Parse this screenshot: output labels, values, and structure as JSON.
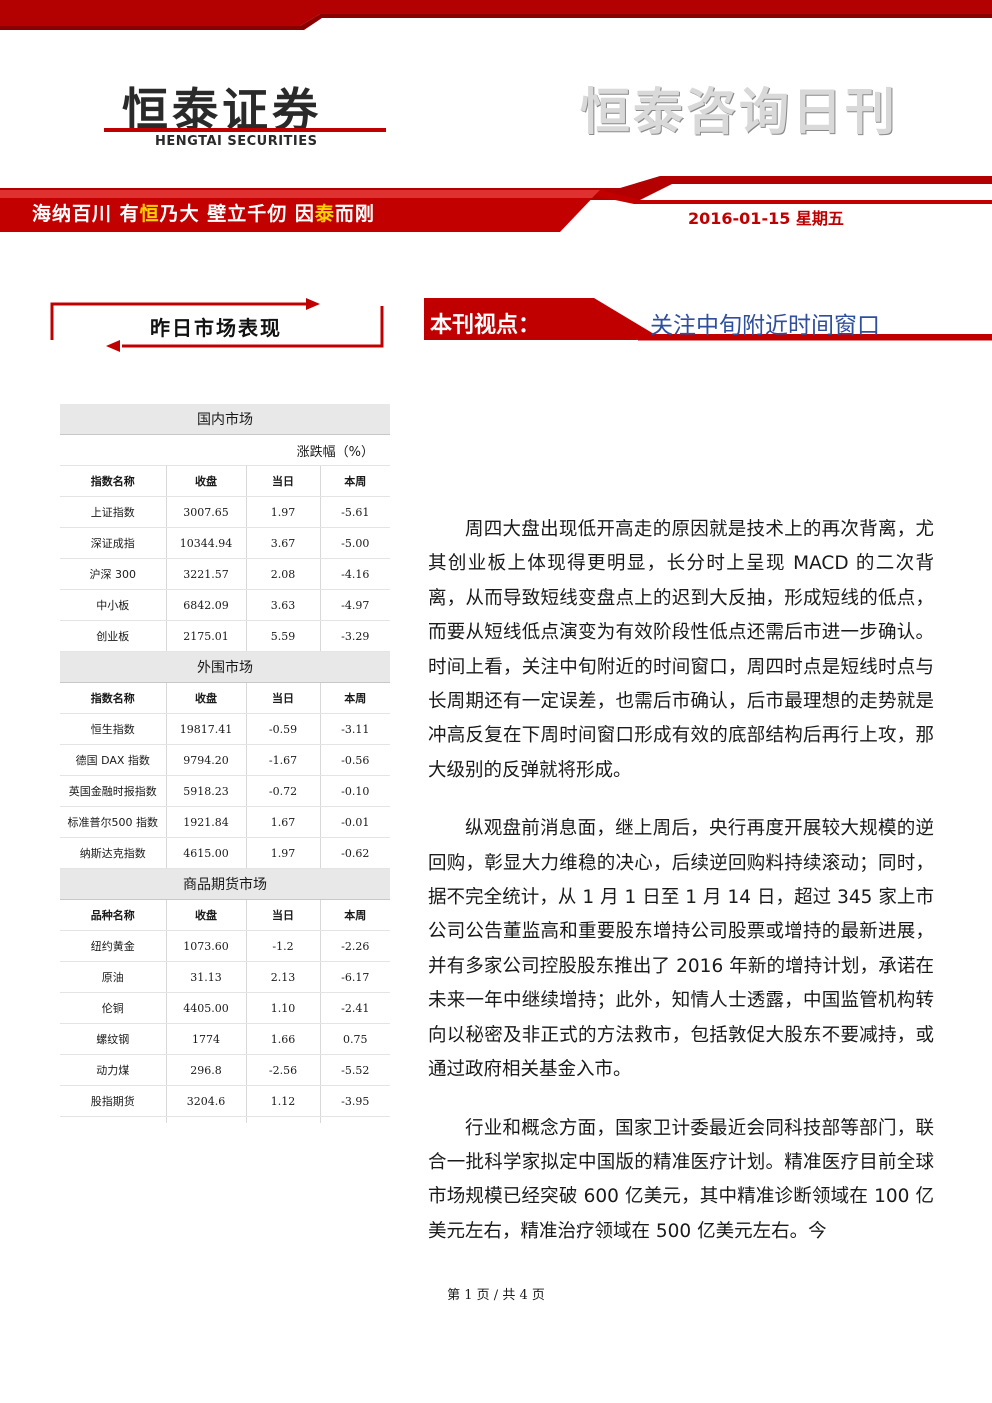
{
  "header": {
    "logo_cn": "恒泰证券",
    "logo_en": "HENGTAI SECURITIES",
    "daily_title": "恒泰咨询日刊",
    "slogan_a": "海纳百川 有",
    "slogan_b": "恒",
    "slogan_c": "乃大  壁立千仞 因",
    "slogan_d": "泰",
    "slogan_e": "而刚",
    "date": "2016-01-15  星期五"
  },
  "colors": {
    "brand_red": "#c00000",
    "accent_yellow": "#ffd200",
    "topic_blue": "#2f4f9e"
  },
  "market": {
    "title": "昨日市场表现",
    "unit": "涨跌幅（%）",
    "domestic": {
      "title": "国内市场",
      "headers": [
        "指数名称",
        "收盘",
        "当日",
        "本周"
      ],
      "rows": [
        [
          "上证指数",
          "3007.65",
          "1.97",
          "-5.61"
        ],
        [
          "深证成指",
          "10344.94",
          "3.67",
          "-5.00"
        ],
        [
          "沪深 300",
          "3221.57",
          "2.08",
          "-4.16"
        ],
        [
          "中小板",
          "6842.09",
          "3.63",
          "-4.97"
        ],
        [
          "创业板",
          "2175.01",
          "5.59",
          "-3.29"
        ]
      ]
    },
    "foreign": {
      "title": "外围市场",
      "headers": [
        "指数名称",
        "收盘",
        "当日",
        "本周"
      ],
      "rows": [
        [
          "恒生指数",
          "19817.41",
          "-0.59",
          "-3.11"
        ],
        [
          "德国 DAX 指数",
          "9794.20",
          "-1.67",
          "-0.56"
        ],
        [
          "英国金融时报指数",
          "5918.23",
          "-0.72",
          "-0.10"
        ],
        [
          "标准普尔500 指数",
          "1921.84",
          "1.67",
          "-0.01"
        ],
        [
          "纳斯达克指数",
          "4615.00",
          "1.97",
          "-0.62"
        ]
      ]
    },
    "commodity": {
      "title": "商品期货市场",
      "headers": [
        "品种名称",
        "收盘",
        "当日",
        "本周"
      ],
      "rows": [
        [
          "纽约黄金",
          "1073.60",
          "-1.2",
          "-2.26"
        ],
        [
          "原油",
          "31.13",
          "2.13",
          "-6.17"
        ],
        [
          "伦铜",
          "4405.00",
          "1.10",
          "-2.41"
        ],
        [
          "螺纹钢",
          "1774",
          "1.66",
          "0.75"
        ],
        [
          "动力煤",
          "296.8",
          "-2.56",
          "-5.52"
        ],
        [
          "股指期货",
          "3204.6",
          "1.12",
          "-3.95"
        ]
      ]
    }
  },
  "view": {
    "label": "本刊视点：",
    "topic": "关注中旬附近时间窗口"
  },
  "article": {
    "paragraphs": [
      "周四大盘出现低开高走的原因就是技术上的再次背离，尤其创业板上体现得更明显，长分时上呈现 MACD 的二次背离，从而导致短线变盘点上的迟到大反抽，形成短线的低点，而要从短线低点演变为有效阶段性低点还需后市进一步确认。时间上看，关注中旬附近的时间窗口，周四时点是短线时点与长周期还有一定误差，也需后市确认，后市最理想的走势就是冲高反复在下周时间窗口形成有效的底部结构后再行上攻，那大级别的反弹就将形成。",
      "纵观盘前消息面，继上周后，央行再度开展较大规模的逆回购，彰显大力维稳的决心，后续逆回购料持续滚动；同时，据不完全统计，从 1 月 1 日至 1 月 14 日，超过 345 家上市公司公告董监高和重要股东增持公司股票或增持的最新进展，并有多家公司控股股东推出了 2016 年新的增持计划，承诺在未来一年中继续增持；此外，知情人士透露，中国监管机构转向以秘密及非正式的方法救市，包括敦促大股东不要减持，或通过政府相关基金入市。",
      "行业和概念方面，国家卫计委最近会同科技部等部门，联合一批科学家拟定中国版的精准医疗计划。精准医疗目前全球市场规模已经突破 600 亿美元，其中精准诊断领域在 100 亿美元左右，精准治疗领域在 500 亿美元左右。今"
    ]
  },
  "footer": {
    "page": "第 1 页 / 共 4 页"
  }
}
